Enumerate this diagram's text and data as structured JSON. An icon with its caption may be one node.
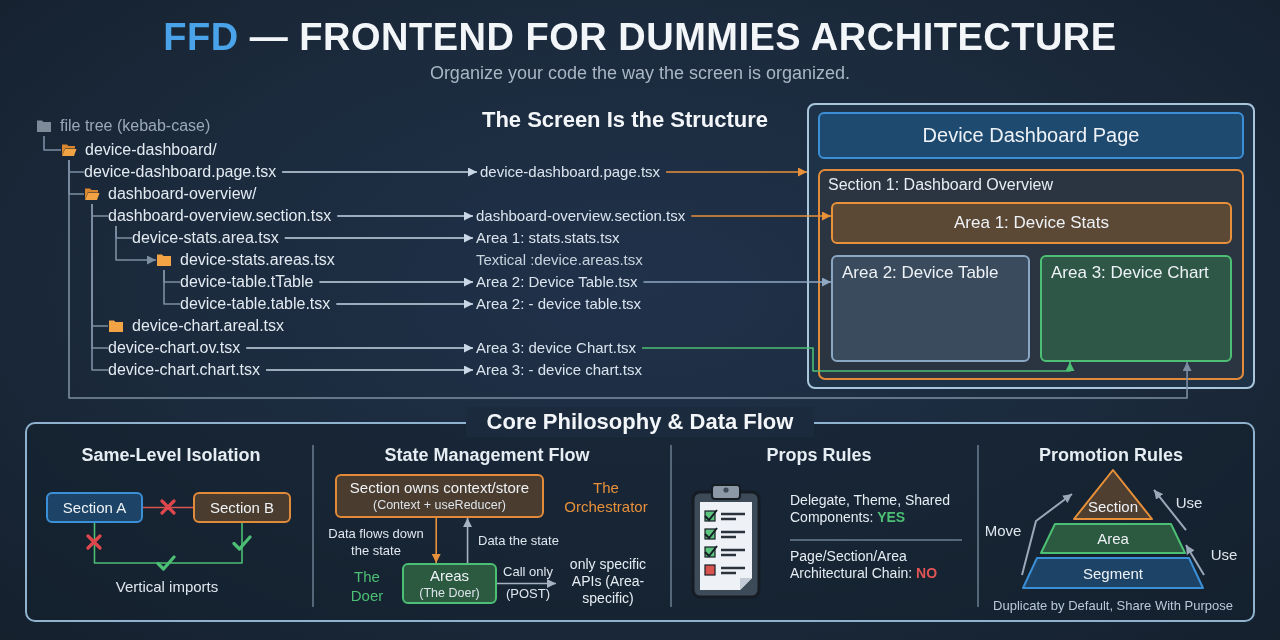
{
  "diagram": {
    "title": "FFD — FRONTEND FOR DUMMIES ARCHITECTURE",
    "nodes": [
      {
        "text": [
          "file tree (kebab-case)"
        ]
      },
      {
        "text": [
          "device-dashboard/"
        ]
      },
      {
        "text": [
          "device-dashboard.page.tsx"
        ]
      },
      {
        "text": [
          "dashboard-overview/"
        ]
      },
      {
        "text": [
          "dashboard-overview.section.tsx"
        ]
      },
      {
        "text": [
          "device-stats.area.tsx"
        ]
      },
      {
        "text": [
          "device-stats.areas.tsx"
        ]
      },
      {
        "text": [
          "device-table.tTable"
        ]
      },
      {
        "text": [
          "device-table.table.tsx"
        ]
      },
      {
        "text": [
          "device-chart.areal.tsx"
        ]
      },
      {
        "text": [
          "device-chart.ov.tsx"
        ]
      },
      {
        "text": [
          "device-chart.chart.tsx"
        ]
      },
      {
        "text": [
          "device-dashboard.page.tsx"
        ]
      },
      {
        "text": [
          "dashboard-overview.section.tsx"
        ]
      },
      {
        "text": [
          "Area 1: stats.stats.tsx"
        ]
      },
      {
        "text": [
          "Area 2: Device Table.tsx"
        ]
      },
      {
        "text": [
          "Area 2: - device table.tsx"
        ]
      },
      {
        "text": [
          "Area 3: device Chart.tsx"
        ]
      },
      {
        "text": [
          "Area 3: - device chart.tsx"
        ]
      },
      {
        "text": [],
        "shape": "box"
      },
      {
        "text": [
          "Device Dashboard Page"
        ],
        "in": 19
      },
      {
        "text": [
          "Section 1: Dashboard Overview"
        ],
        "in": 19
      },
      {
        "text": [
          "Area 1: Device Stats"
        ],
        "in": 21
      },
      {
        "text": [
          "Area 2: Device Table"
        ],
        "in": 21
      },
      {
        "text": [
          "Area 3: Device Chart"
        ],
        "in": 21
      },
      {
        "text": [
          "Core Philosophy & Data Flow"
        ]
      },
      {
        "text": [
          "Section A"
        ],
        "in": 25
      },
      {
        "text": [
          "Section B"
        ],
        "in": 25
      },
      {
        "text": [
          "Section owns context/store",
          "(Context + useReducer)"
        ],
        "beside": [
          "The Orchestrator"
        ],
        "in": 25
      },
      {
        "text": [
          "Areas",
          "(The Doer)"
        ],
        "beside": [
          "The Doer"
        ],
        "in": 25
      },
      {
        "text": [
          "only specific APIs (Area-specific)"
        ],
        "in": 25
      },
      {
        "text": [
          "Section"
        ],
        "in": 25
      },
      {
        "text": [
          "Area"
        ],
        "in": 25
      },
      {
        "text": [
          "Segment"
        ],
        "in": 25
      }
    ],
    "edges": [
      {
        "from": 0,
        "to": 1,
        "arrow": "none"
      },
      {
        "from": 1,
        "to": 2,
        "arrow": "none"
      },
      {
        "from": 1,
        "to": 3,
        "arrow": "none"
      },
      {
        "from": 3,
        "to": 4,
        "arrow": "none"
      },
      {
        "from": 4,
        "to": 5,
        "arrow": "none"
      },
      {
        "from": 4,
        "to": 6,
        "arrow": "to"
      },
      {
        "from": 6,
        "to": 7,
        "arrow": "none"
      },
      {
        "from": 6,
        "to": 8,
        "arrow": "none"
      },
      {
        "from": 3,
        "to": 9,
        "arrow": "none"
      },
      {
        "from": 3,
        "to": 10,
        "arrow": "none"
      },
      {
        "from": 3,
        "to": 11,
        "arrow": "none"
      },
      {
        "from": 2,
        "to": 12,
        "arrow": "to",
        "color": "#c9d7e6"
      },
      {
        "from": 4,
        "to": 13,
        "arrow": "to",
        "color": "#c9d7e6"
      },
      {
        "from": 5,
        "to": 14,
        "arrow": "to",
        "color": "#c9d7e6"
      },
      {
        "from": 7,
        "to": 15,
        "arrow": "to",
        "color": "#c9d7e6"
      },
      {
        "from": 8,
        "to": 16,
        "arrow": "to",
        "color": "#c9d7e6"
      },
      {
        "from": 10,
        "to": 17,
        "arrow": "to",
        "color": "#c9d7e6"
      },
      {
        "from": 11,
        "to": 18,
        "arrow": "to",
        "color": "#c9d7e6"
      },
      {
        "from": 12,
        "to": 19,
        "arrow": "to",
        "color": "#e8913a"
      },
      {
        "from": 13,
        "to": 22,
        "arrow": "to",
        "color": "#e8913a"
      },
      {
        "from": 15,
        "to": 23,
        "arrow": "to",
        "color": "#8fa9c4"
      },
      {
        "from": 17,
        "to": 24,
        "arrow": "to",
        "color": "#4cbf74"
      },
      {
        "from": 1,
        "to": 24,
        "arrow": "to"
      },
      {
        "from": 26,
        "to": 27,
        "arrow": "none",
        "color": "#d9534f"
      },
      {
        "from": 26,
        "to": 27,
        "arrow": "none",
        "color": "#4cbf74",
        "label": "Vertical imports"
      },
      {
        "from": 28,
        "to": 29,
        "arrow": "to",
        "color": "#e8913a",
        "label": "Data flows down the state"
      },
      {
        "from": 29,
        "to": 28,
        "arrow": "to",
        "color": "#a7b3c0",
        "label": "Data the state"
      },
      {
        "from": 29,
        "to": 30,
        "arrow": "to",
        "color": "#a7b3c0",
        "label": "Call only (POST)"
      },
      {
        "from": 33,
        "to": 31,
        "arrow": "to",
        "color": "#9aa8b8",
        "label": "Move"
      },
      {
        "from": 32,
        "to": 31,
        "arrow": "to",
        "color": "#9aa8b8",
        "label": "Use"
      },
      {
        "from": 33,
        "to": 32,
        "arrow": "to",
        "color": "#9aa8b8",
        "label": "Use"
      }
    ],
    "labels": [
      "Organize your code the way the screen is organized.",
      "The Screen Is the Structure",
      "Textical :device.areas.tsx",
      "Same-Level Isolation",
      "State Management Flow",
      "Props Rules",
      "Delegate, Theme, Shared Components: **YES**",
      "Page/Section/Area Architectural Chain: **NO**",
      "Promotion Rules",
      "Duplicate by Default, Share With Purpose"
    ]
  }
}
